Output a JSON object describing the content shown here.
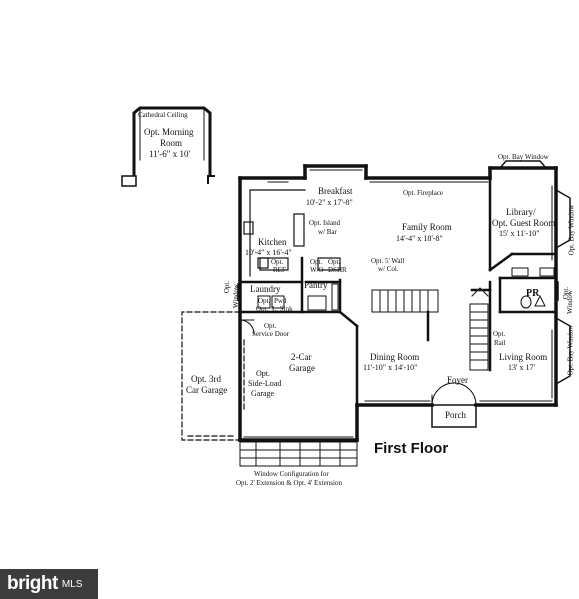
{
  "title": "First Floor",
  "watermark": {
    "brand": "bright",
    "suffix": "MLS"
  },
  "rooms": {
    "morning": {
      "ceiling": "Cathedral Ceiling",
      "name1": "Opt. Morning",
      "name2": "Room",
      "dims": "11'-6\" x 10'"
    },
    "breakfast": {
      "name": "Breakfast",
      "dims": "10'-2\" x 17'-8\""
    },
    "fireplace": "Opt. Fireplace",
    "bay_top": "Opt. Bay Window",
    "family": {
      "name": "Family Room",
      "dims": "14'-4\" x 18'-8\""
    },
    "island": {
      "l1": "Opt. Island",
      "l2": "w/ Bar"
    },
    "kitchen": {
      "name": "Kitchen",
      "dims": "10'-4\" x 16'-4\""
    },
    "kitchen_small": [
      "Opt.",
      "REF",
      "Opt.",
      "Opt.",
      "W/O",
      "DSHR"
    ],
    "wall": {
      "l1": "Opt. 5' Wall",
      "l2": "w/ Col."
    },
    "library": {
      "l1": "Library/",
      "l2": "Opt. Guest Room",
      "dims": "15' x 11'-10\""
    },
    "bay_right_top": "Opt. Bay Window",
    "laundry": "Laundry",
    "opt_window_left": {
      "l1": "Opt.",
      "l2": "Window"
    },
    "laundry_small": [
      "Opt.",
      "Pwd",
      "Opt.",
      "L. Sink"
    ],
    "pantry": "Pantry",
    "pr": "PR",
    "opt_window_right": {
      "l1": "Opt.",
      "l2": "Window"
    },
    "service_door": {
      "l1": "Opt.",
      "l2": "Service Door"
    },
    "garage": {
      "l1": "2-Car",
      "l2": "Garage"
    },
    "third_garage": {
      "l1": "Opt. 3rd",
      "l2": "Car Garage"
    },
    "side_load": {
      "l1": "Opt.",
      "l2": "Side-Load",
      "l3": "Garage"
    },
    "dining": {
      "name": "Dining Room",
      "dims": "11'-10\" x 14'-10\""
    },
    "rail": {
      "l1": "Opt.",
      "l2": "Rail"
    },
    "living": {
      "name": "Living Room",
      "dims": "13' x 17'"
    },
    "bay_right_bottom": "Opt. Bay Window",
    "foyer": "Foyer",
    "porch": "Porch",
    "window_config": {
      "l1": "Window Configuration for",
      "l2": "Opt. 2' Extension & Opt. 4' Extension"
    }
  }
}
